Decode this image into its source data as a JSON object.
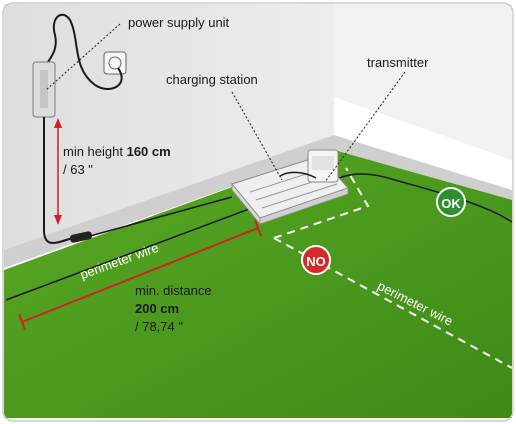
{
  "labels": {
    "power_supply": "power supply unit",
    "charging_station": "charging station",
    "transmitter": "transmitter",
    "min_height_prefix": "min height ",
    "min_height_value": "160 cm",
    "min_height_alt": "/ 63 \"",
    "min_distance_prefix": "min. distance",
    "min_distance_value": "200 cm",
    "min_distance_alt": "/ 78,74 \"",
    "perimeter_wire_left": "perimeter wire",
    "perimeter_wire_right": "perimeter wire"
  },
  "badges": {
    "ok": "OK",
    "no": "NO"
  },
  "colors": {
    "grass": "#4e9a1e",
    "wall": "#e6e6e6",
    "measure": "#d32020",
    "ok": "#2f8f2f",
    "no": "#d42a2a"
  }
}
